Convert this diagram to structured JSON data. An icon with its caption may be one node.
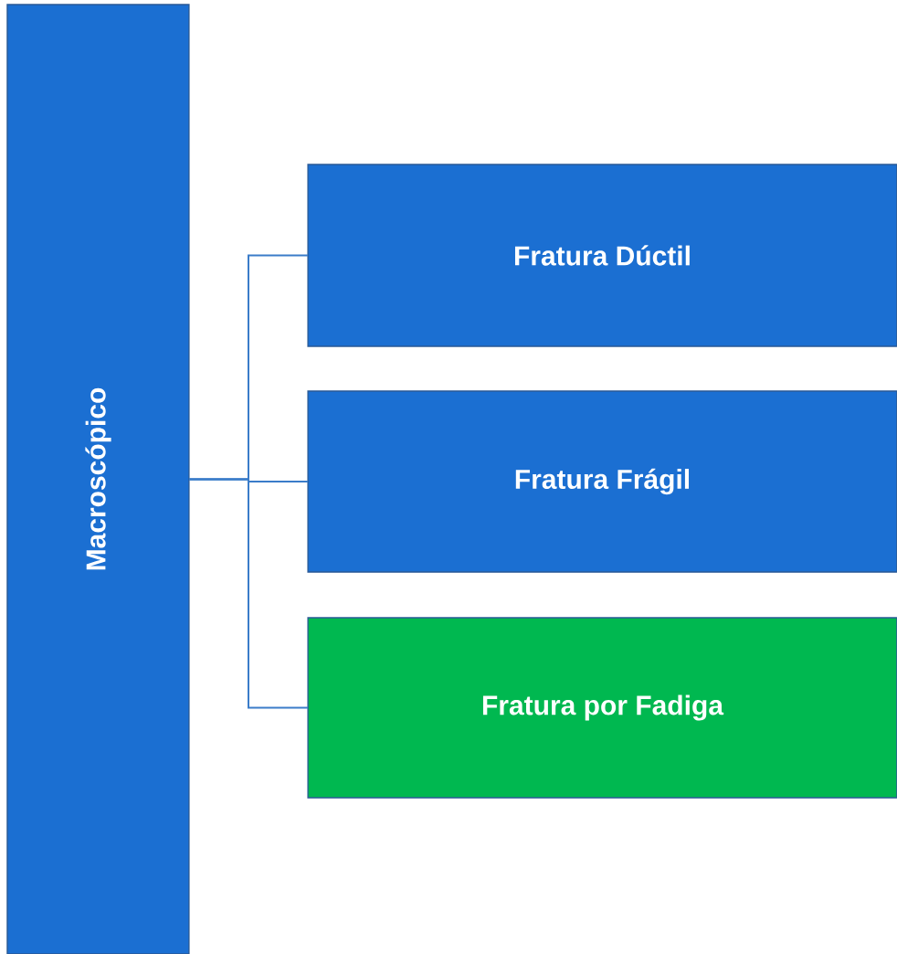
{
  "diagram": {
    "nodes": [
      {
        "text": [
          "Macroscópico"
        ]
      },
      {
        "text": [
          "Fratura Dúctil"
        ]
      },
      {
        "text": [
          "Fratura Frágil"
        ]
      },
      {
        "text": [
          "Fratura por Fadiga"
        ]
      }
    ],
    "edges": [
      {
        "from": 0,
        "to": 1,
        "arrow": "none"
      },
      {
        "from": 0,
        "to": 2,
        "arrow": "none"
      },
      {
        "from": 0,
        "to": 3,
        "arrow": "none"
      }
    ]
  }
}
